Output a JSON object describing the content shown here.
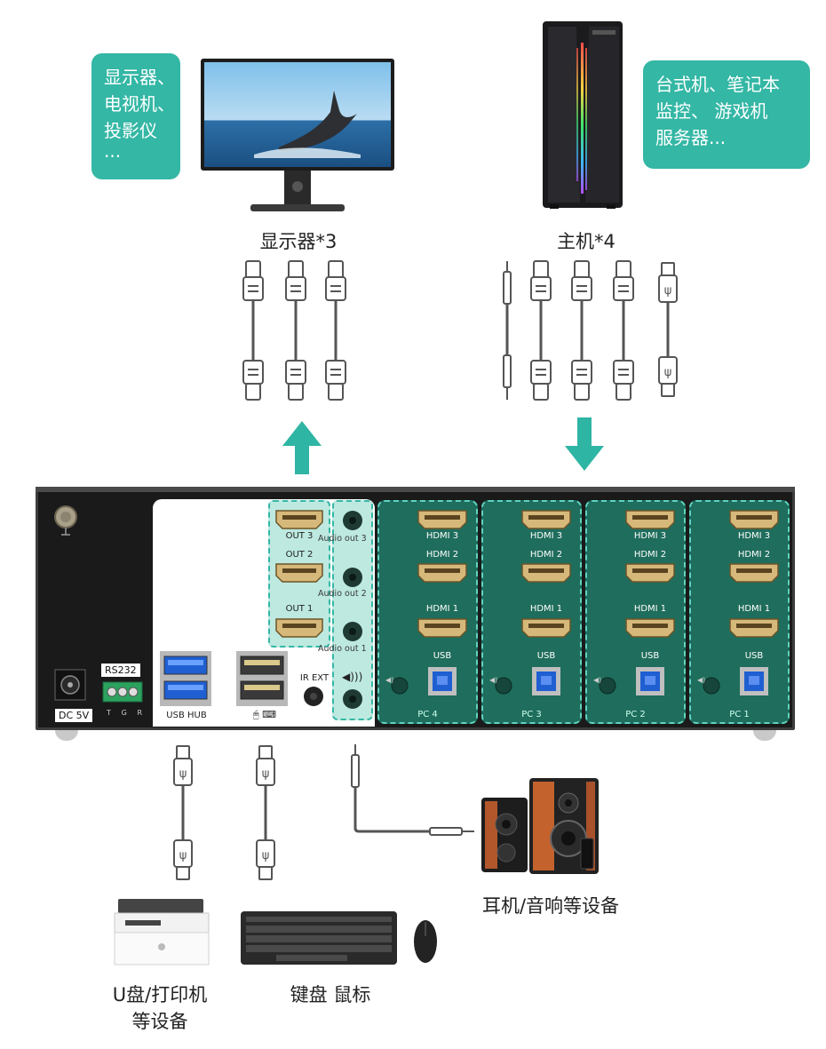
{
  "colors": {
    "teal": "#34b7a5",
    "panel_teal": "#1f6d5c",
    "dark_body": "#1a1a1a",
    "arrow": "#2fb5a3"
  },
  "callouts": {
    "left": [
      "显示器、",
      "电视机、",
      "投影仪",
      "..."
    ],
    "right": [
      "台式机、笔记本",
      "监控、 游戏机",
      "服务器..."
    ]
  },
  "captions": {
    "displays": "显示器*3",
    "hosts": "主机*4",
    "audio": "耳机/音响等设备",
    "usb_devices_line1": "U盘/打印机",
    "usb_devices_line2": "等设备",
    "keyboard_mouse": "键盘 鼠标"
  },
  "device": {
    "rs232": "RS232",
    "tgr": [
      "T",
      "G",
      "R"
    ],
    "dc": "DC 5V",
    "usb_hub": "USB HUB",
    "ir_ext": "IR EXT",
    "outputs": [
      "OUT 3",
      "OUT 2",
      "OUT 1"
    ],
    "audio_outs": [
      "Audio out 3",
      "Audio out 2",
      "Audio out 1"
    ],
    "pcs": [
      {
        "name": "PC 4",
        "hdmi": [
          "HDMI 3",
          "HDMI 2",
          "HDMI 1"
        ],
        "usb": "USB"
      },
      {
        "name": "PC 3",
        "hdmi": [
          "HDMI 3",
          "HDMI 2",
          "HDMI 1"
        ],
        "usb": "USB"
      },
      {
        "name": "PC 2",
        "hdmi": [
          "HDMI 3",
          "HDMI 2",
          "HDMI 1"
        ],
        "usb": "USB"
      },
      {
        "name": "PC 1",
        "hdmi": [
          "HDMI 3",
          "HDMI 2",
          "HDMI 1"
        ],
        "usb": "USB"
      }
    ]
  },
  "icons": {
    "monitor": "monitor-icon",
    "pc_tower": "pc-tower-icon",
    "hdmi_cable": "hdmi-cable-icon",
    "audio_cable": "audio-jack-cable-icon",
    "usb_cable": "usb-cable-icon",
    "arrow_up": "arrow-up-icon",
    "arrow_down": "arrow-down-icon",
    "speakers": "speakers-icon",
    "printer": "printer-icon",
    "keyboard": "keyboard-icon",
    "mouse": "mouse-icon"
  }
}
